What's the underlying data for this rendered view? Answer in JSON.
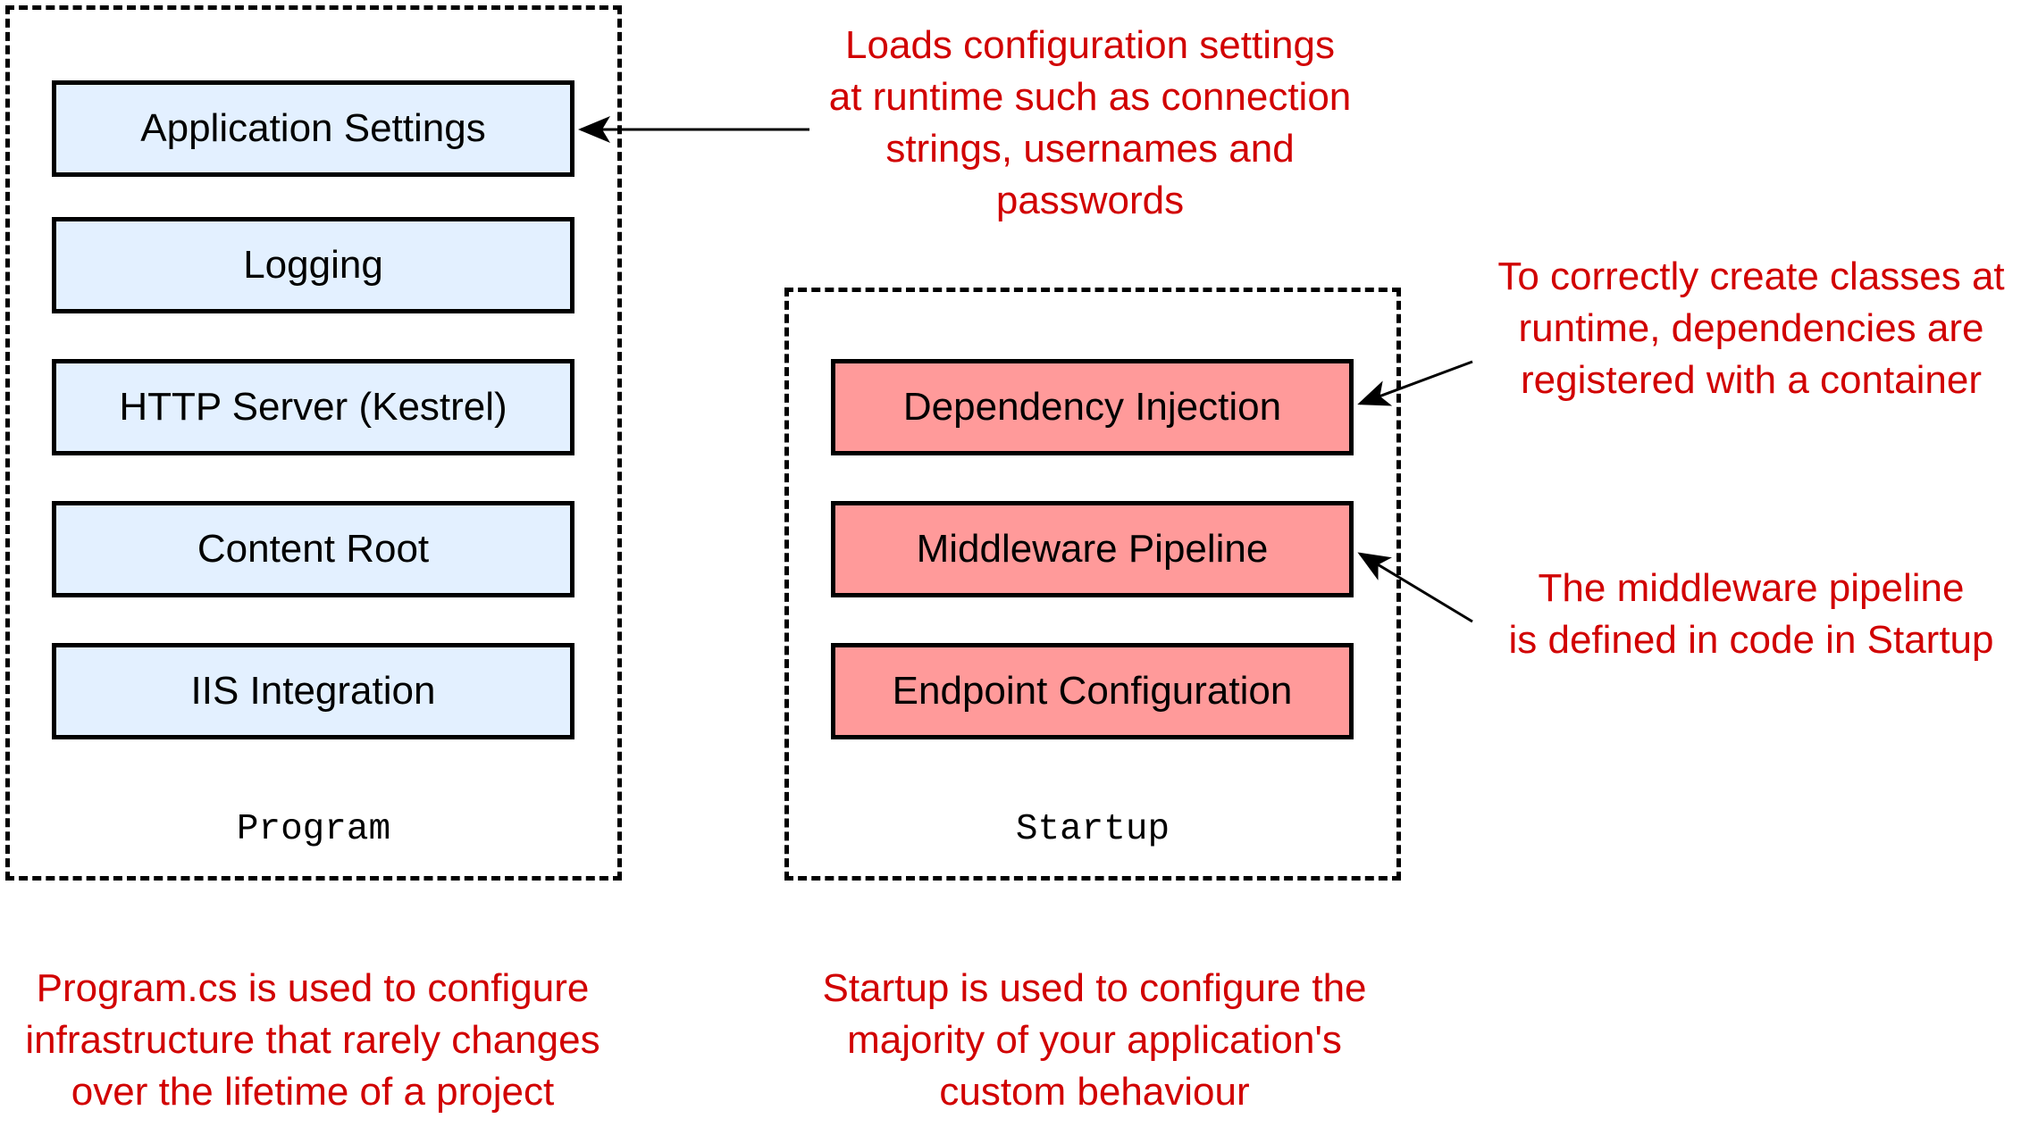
{
  "program": {
    "label": "Program",
    "items": [
      "Application Settings",
      "Logging",
      "HTTP Server (Kestrel)",
      "Content Root",
      "IIS Integration"
    ],
    "caption": "Program.cs is used to configure\ninfrastructure that rarely changes\nover the lifetime of a project"
  },
  "startup": {
    "label": "Startup",
    "items": [
      "Dependency Injection",
      "Middleware Pipeline",
      "Endpoint Configuration"
    ],
    "caption": "Startup is used to configure the\nmajority of your application's\ncustom behaviour"
  },
  "annotations": {
    "settings": "Loads configuration settings\nat runtime such as connection\nstrings, usernames and\npasswords",
    "di": "To correctly create classes at\nruntime, dependencies are\nregistered with a container",
    "middleware": "The middleware pipeline\nis defined in code in Startup"
  },
  "colors": {
    "program_box": "#e3f0ff",
    "startup_box": "#ff9a9a",
    "annotation_text": "#d10000",
    "border": "#000000"
  }
}
